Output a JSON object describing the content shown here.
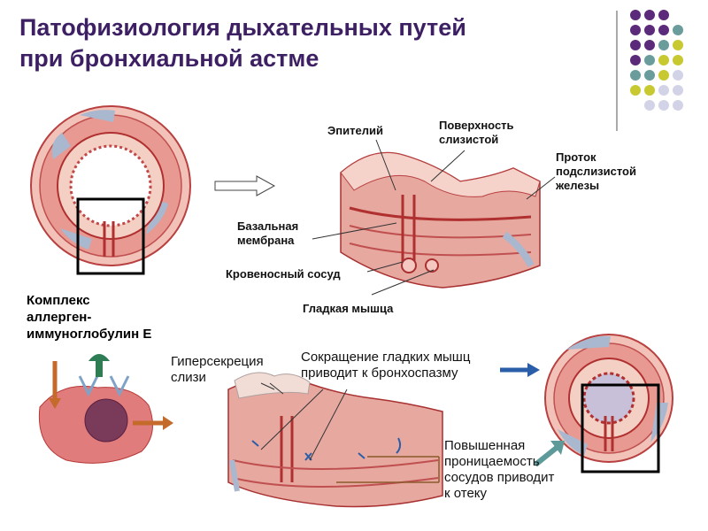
{
  "title": "Патофизиология дыхательных путей\nпри бронхиальной астме",
  "labels": {
    "epithelium": "Эпителий",
    "mucosa_surface": "Поверхность\nслизистой",
    "gland_duct": "Проток\nподслизистой\nжелезы",
    "basal_membrane": "Базальная\nмембрана",
    "blood_vessel": "Кровеносный сосуд",
    "smooth_muscle": "Гладкая мышца",
    "complex": "Комплекс\nаллерген-\nиммуноглобулин Е",
    "hypersecretion": "Гиперсекреция\nслизи",
    "contraction": "Сокращение гладких мышц\nприводит к бронхоспазму",
    "permeability": "Повышенная\nпроницаемость\nсосудов приводит\nк отеку"
  },
  "colors": {
    "title": "#3d1f63",
    "dot_purple": "#5b2a7a",
    "dot_teal": "#6a9c9c",
    "dot_olive": "#c8c830",
    "dot_lavender": "#d3d3e8",
    "tissue_pink": "#e8a0a0",
    "tissue_dark": "#b03030",
    "tissue_light": "#f4c8c0",
    "cartilage_blue": "#a9b8cf",
    "arrow_blue": "#2b5ea8",
    "arrow_teal": "#5e9a9a",
    "arrow_orange": "#c46a2a",
    "antibody_green": "#2e7d55",
    "antibody_blue": "#7fa3c8"
  }
}
